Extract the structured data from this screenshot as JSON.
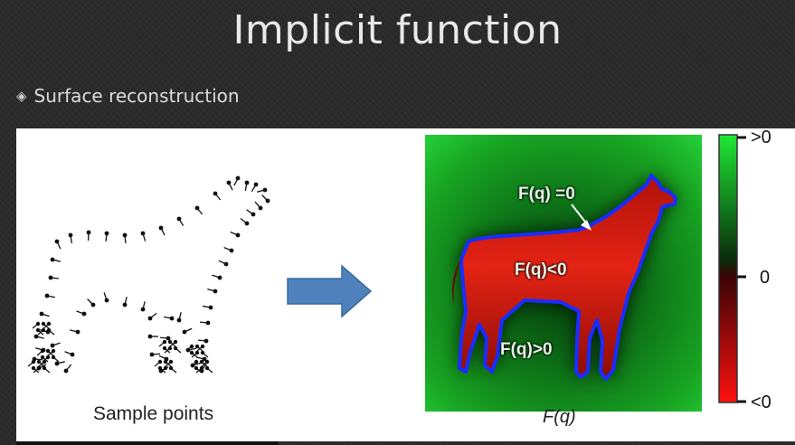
{
  "slide": {
    "title": "Implicit function",
    "bullet_icon": "diamond-bullet-icon",
    "bullet_text": "Surface reconstruction"
  },
  "left_figure": {
    "caption": "Sample points",
    "arrow_color": "#4f81bd"
  },
  "right_figure": {
    "caption": "F(q)",
    "labels": {
      "zero": "F(q) =0",
      "inside": "F(q)<0",
      "outside": "F(q)>0"
    },
    "colors": {
      "outside_green": "#17b01f",
      "inside_red": "#e21208",
      "boundary_blue": "#1a2cff"
    }
  },
  "colorbar": {
    "top_label": ">0",
    "middle_label": "0",
    "bottom_label": "<0"
  }
}
